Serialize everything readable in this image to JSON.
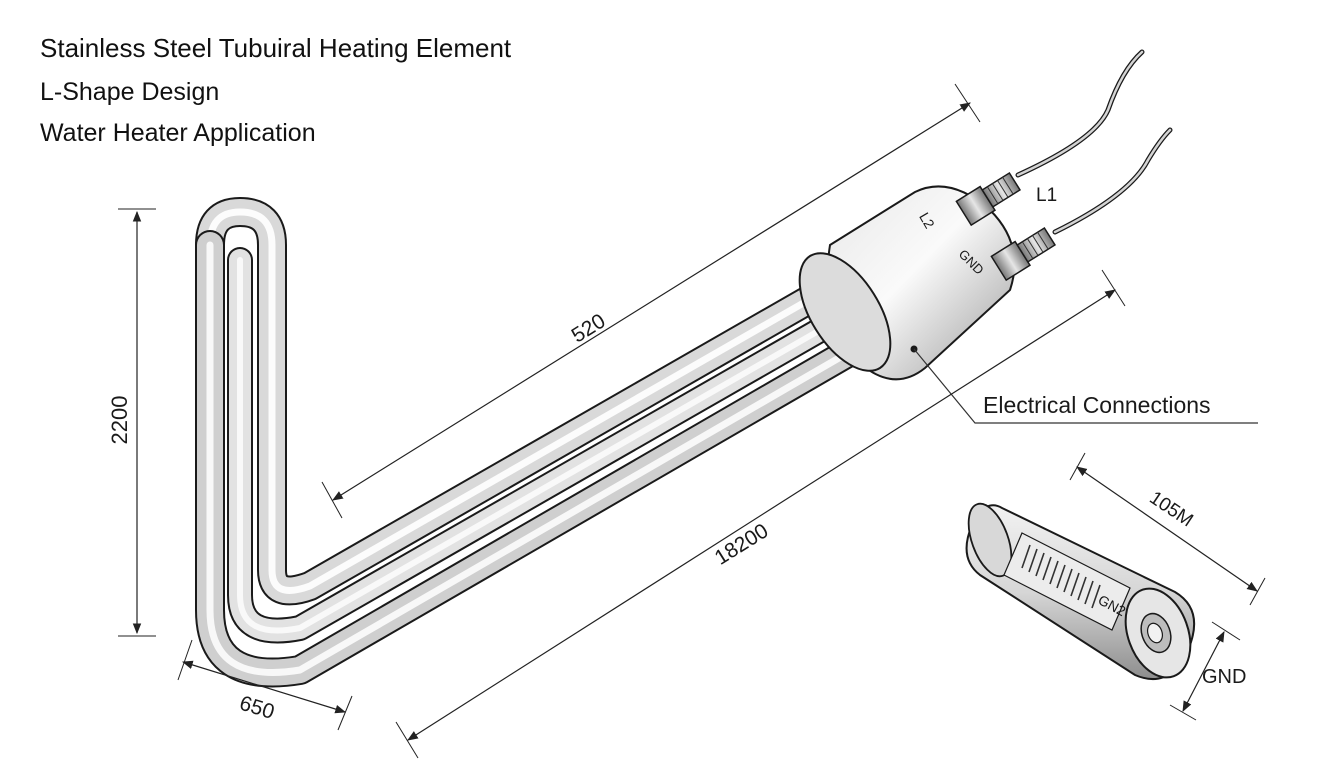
{
  "title": "Stainless Steel Tubuiral Heating Element",
  "subtitle_1": "L-Shape Design",
  "subtitle_2": "Water Heater Application",
  "labels": {
    "terminal_l1": "L1",
    "terminal_l2": "L2",
    "terminal_gnd": "GND",
    "electrical_connections": "Electrical Connections",
    "detail_gn2": "GN2",
    "detail_gnd": "GND"
  },
  "dimensions": {
    "vertical_height": "2200",
    "base_width": "650",
    "overall_length": "18200",
    "leg_length": "520",
    "detail_length": "105M"
  },
  "colors": {
    "outline": "#1a1a1a",
    "steel_light": "#f4f4f4",
    "steel_mid": "#c8c8c8",
    "steel_dark": "#7a7a7a",
    "dimension_line": "#222222"
  }
}
